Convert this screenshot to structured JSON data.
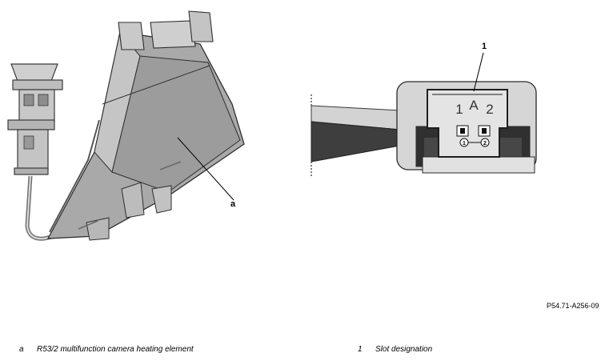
{
  "callouts": {
    "a": "a",
    "one": "1"
  },
  "connector_face": {
    "row_letter": "A",
    "col_left": "1",
    "col_right": "2",
    "pin_1": "1",
    "pin_2": "2"
  },
  "figure_code": "P54.71-A256-09",
  "legend": [
    {
      "key": "a",
      "text": "R53/2 multifunction camera heating element"
    },
    {
      "key": "1",
      "text": "Slot designation"
    }
  ]
}
